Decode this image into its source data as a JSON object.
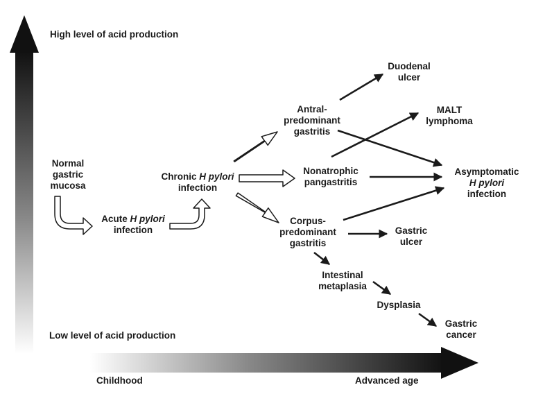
{
  "axes": {
    "y_top_label": "High level of acid production",
    "y_bottom_label": "Low level of acid production",
    "x_left_label": "Childhood",
    "x_right_label": "Advanced age"
  },
  "nodes": {
    "normal": [
      "Normal",
      "gastric",
      "mucosa"
    ],
    "acute": {
      "pre": "Acute ",
      "italic": "H pylori",
      "line2": "infection"
    },
    "chronic": {
      "pre": "Chronic ",
      "italic": "H pylori",
      "line2": "infection"
    },
    "antral": [
      "Antral-",
      "predominant",
      "gastritis"
    ],
    "nonatrophic": [
      "Nonatrophic",
      "pangastritis"
    ],
    "corpus": [
      "Corpus-",
      "predominant",
      "gastritis"
    ],
    "duodenal": [
      "Duodenal",
      "ulcer"
    ],
    "malt": [
      "MALT",
      "lymphoma"
    ],
    "asymptomatic": {
      "line1": "Asymptomatic",
      "italic": "H pylori",
      "line3": "infection"
    },
    "gastric_ulcer": [
      "Gastric",
      "ulcer"
    ],
    "intestinal": [
      "Intestinal",
      "metaplasia"
    ],
    "dysplasia": "Dysplasia",
    "cancer": [
      "Gastric",
      "cancer"
    ]
  },
  "colors": {
    "ink": "#1a1a1a",
    "gradient_light": "#ffffff"
  }
}
